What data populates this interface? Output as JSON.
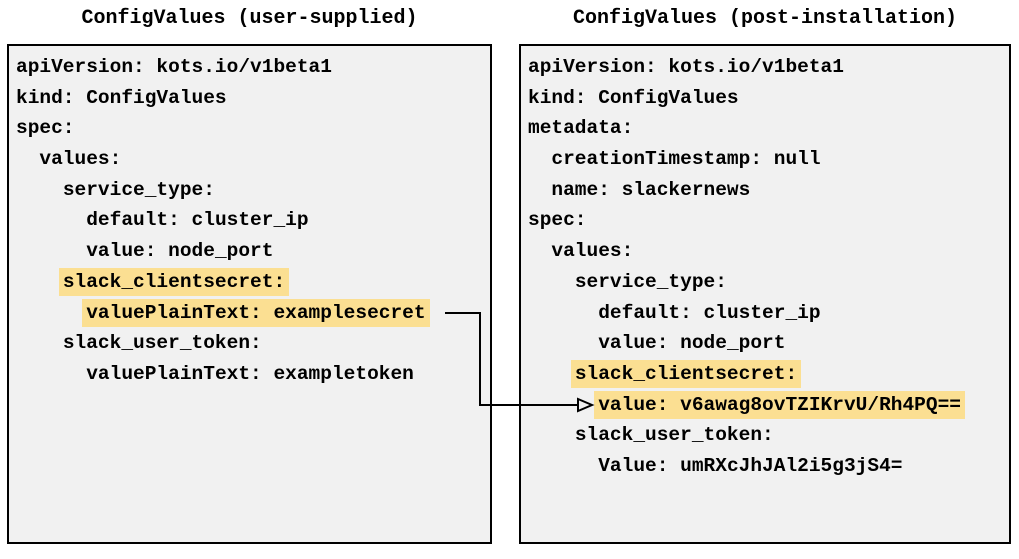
{
  "colors": {
    "highlight": "#fbdf92",
    "panel_bg": "#f1f1f1",
    "panel_border": "#000000",
    "text": "#000000",
    "arrow": "#000000",
    "page_bg": "#ffffff"
  },
  "panels": [
    {
      "title": "ConfigValues (user-supplied)",
      "lines": [
        {
          "text": "apiVersion: kots.io/v1beta1",
          "highlight": false
        },
        {
          "text": "kind: ConfigValues",
          "highlight": false
        },
        {
          "text": "spec:",
          "highlight": false
        },
        {
          "text": "  values:",
          "highlight": false
        },
        {
          "text": "    service_type:",
          "highlight": false
        },
        {
          "text": "      default: cluster_ip",
          "highlight": false
        },
        {
          "text": "      value: node_port",
          "highlight": false
        },
        {
          "text": "    slack_clientsecret:",
          "highlight": true
        },
        {
          "text": "      valuePlainText: examplesecret",
          "highlight": true
        },
        {
          "text": "    slack_user_token:",
          "highlight": false
        },
        {
          "text": "      valuePlainText: exampletoken",
          "highlight": false
        }
      ]
    },
    {
      "title": "ConfigValues (post-installation)",
      "lines": [
        {
          "text": "apiVersion: kots.io/v1beta1",
          "highlight": false
        },
        {
          "text": "kind: ConfigValues",
          "highlight": false
        },
        {
          "text": "metadata:",
          "highlight": false
        },
        {
          "text": "  creationTimestamp: null",
          "highlight": false
        },
        {
          "text": "  name: slackernews",
          "highlight": false
        },
        {
          "text": "spec:",
          "highlight": false
        },
        {
          "text": "  values:",
          "highlight": false
        },
        {
          "text": "    service_type:",
          "highlight": false
        },
        {
          "text": "      default: cluster_ip",
          "highlight": false
        },
        {
          "text": "      value: node_port",
          "highlight": false
        },
        {
          "text": "    slack_clientsecret:",
          "highlight": true
        },
        {
          "text": "      value: v6awag8ovTZIKrvU/Rh4PQ==",
          "highlight": true
        },
        {
          "text": "    slack_user_token:",
          "highlight": false
        },
        {
          "text": "      Value: umRXcJhJAl2i5g3jS4=",
          "highlight": false
        }
      ]
    }
  ],
  "arrow": {
    "from": "valuePlainText: examplesecret",
    "to": "value: v6awag8ovTZIKrvU/Rh4PQ=="
  }
}
